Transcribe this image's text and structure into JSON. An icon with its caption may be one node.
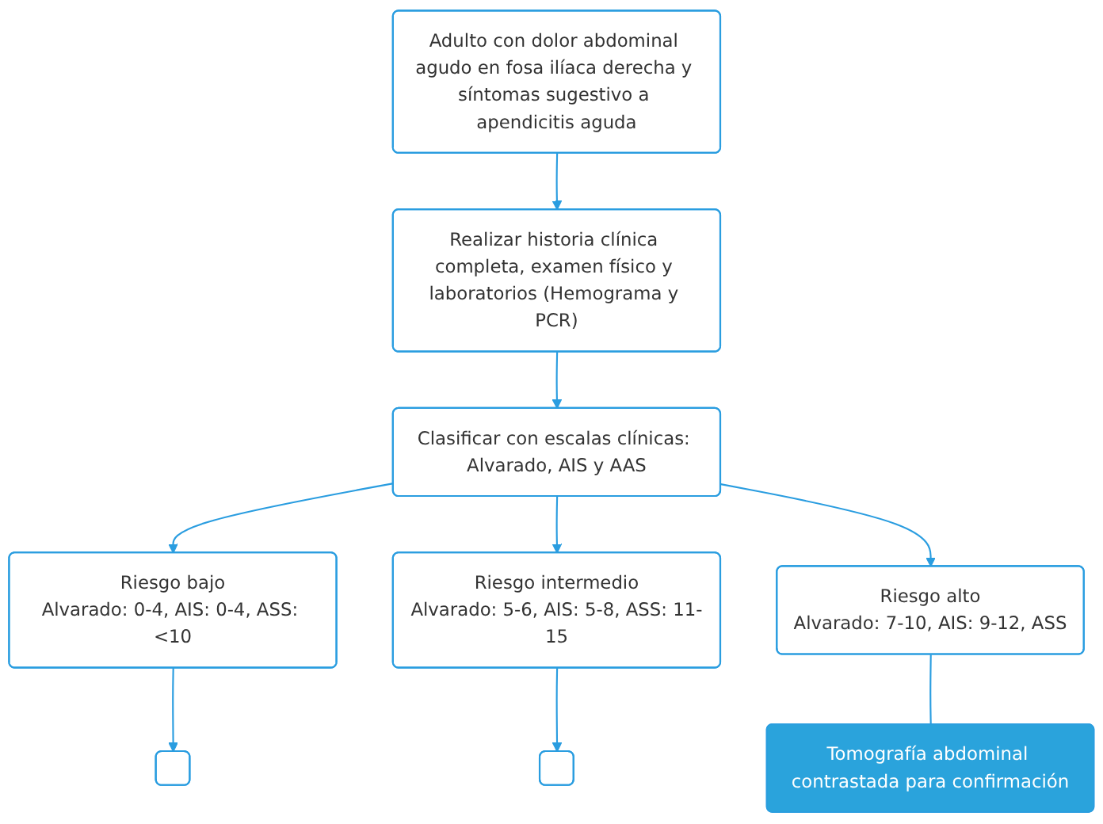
{
  "diagram": {
    "nodes": [
      {
        "text": [
          "Adulto con dolor abdominal agudo en fosa ilíaca derecha y síntomas sugestivo a apendicitis aguda"
        ]
      },
      {
        "text": [
          "Realizar historia clínica completa, examen físico y laboratorios (Hemograma y PCR)"
        ]
      },
      {
        "text": [
          "Clasificar con escalas clínicas: Alvarado, AIS y AAS"
        ]
      },
      {
        "text": [
          "Riesgo bajo",
          "Alvarado: 0-4, AIS: 0-4, ASS: <10"
        ]
      },
      {
        "text": [
          "Riesgo intermedio",
          "Alvarado: 5-6, AIS: 5-8, ASS: 11-15"
        ]
      },
      {
        "text": [
          "Riesgo alto",
          "Alvarado: 7-10, AIS: 9-12, ASS"
        ]
      },
      {
        "text": [],
        "shape": "box"
      },
      {
        "text": [],
        "shape": "box"
      },
      {
        "text": [
          "Tomografía abdominal contrastada para confirmación"
        ]
      }
    ],
    "edges": [
      {
        "from": 0,
        "to": 1,
        "arrow": "to"
      },
      {
        "from": 1,
        "to": 2,
        "arrow": "to"
      },
      {
        "from": 2,
        "to": 3,
        "arrow": "to"
      },
      {
        "from": 2,
        "to": 4,
        "arrow": "to"
      },
      {
        "from": 2,
        "to": 5,
        "arrow": "to"
      },
      {
        "from": 3,
        "to": 6,
        "arrow": "to"
      },
      {
        "from": 4,
        "to": 7,
        "arrow": "to"
      },
      {
        "from": 5,
        "to": 8,
        "arrow": "none"
      }
    ]
  }
}
